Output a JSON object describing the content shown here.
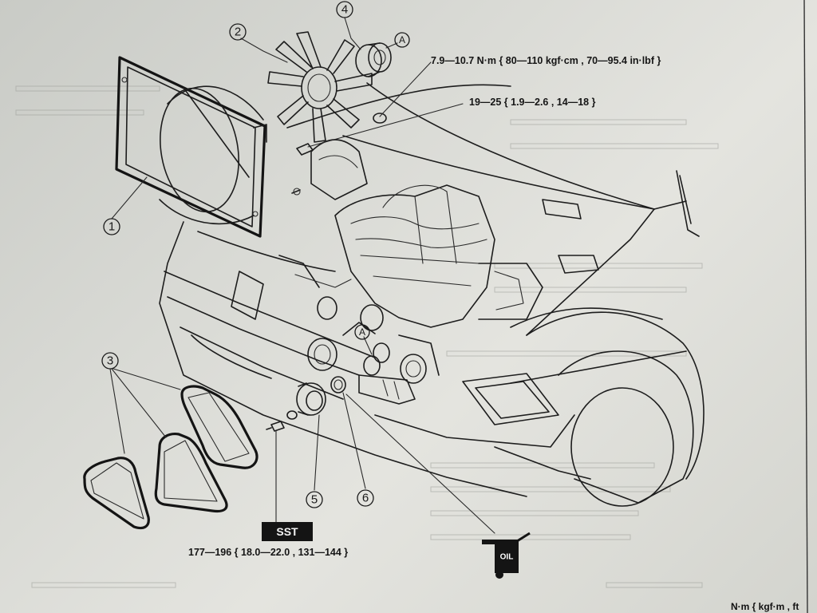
{
  "callouts": {
    "c1": "1",
    "c2": "2",
    "c3": "3",
    "c4": "4",
    "c5": "5",
    "c6": "6",
    "a_top": "A",
    "a_mid": "A"
  },
  "torque": {
    "fan_nut": "7.9—10.7 N·m { 80—110 kgf·cm , 70—95.4 in·lbf }",
    "shroud_bolt": "19—25 { 1.9—2.6 , 14—18 }",
    "pulley_bolt": "177—196 { 18.0—22.0 , 131—144 }"
  },
  "sst_label": "SST",
  "oil_label": "OIL",
  "footer_units": "N·m { kgf·m , ft"
}
